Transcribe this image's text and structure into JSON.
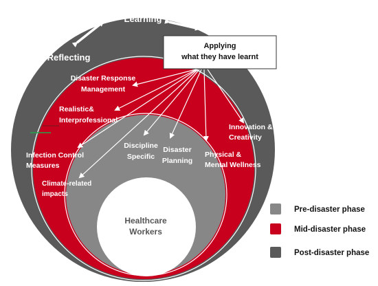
{
  "colors": {
    "post": "#5a5a5a",
    "mid": "#c8001e",
    "pre": "#878787",
    "white": "#ffffff",
    "applying_box_border": "#333333"
  },
  "outer_cycle": {
    "learning": "Learning",
    "reflecting": "Reflecting",
    "applying_line1": "Applying",
    "applying_line2": "what they have learnt"
  },
  "mid_items": {
    "disaster_response_line1": "Disaster Response",
    "disaster_response_line2": "Management",
    "realistic_line1": "Realistic&",
    "realistic_line2": "Interprofessional",
    "infection_line1": "Infection Control",
    "infection_line2": "Measures",
    "climate_line1": "Climate-related",
    "climate_line2": "impacts",
    "innovation_line1": "Innovation &",
    "innovation_line2": "Creativity",
    "physical_line1": "Physical &",
    "physical_line2": "Mental Wellness"
  },
  "pre_items": {
    "discipline_line1": "Discipline",
    "discipline_line2": "Specific",
    "planning_line1": "Disaster",
    "planning_line2": "Planning"
  },
  "center": {
    "line1": "Healthcare",
    "line2": "Workers"
  },
  "legend": [
    {
      "label": "Pre-disaster phase",
      "color": "#878787"
    },
    {
      "label": "Mid-disaster phase",
      "color": "#c8001e"
    },
    {
      "label": "Post-disaster phase",
      "color": "#5a5a5a"
    }
  ],
  "arrows": {
    "targets": [
      "disaster-response-management",
      "realistic-interprofessional",
      "infection-control-measures",
      "climate-related-impacts",
      "discipline-specific",
      "disaster-planning",
      "physical-mental-wellness",
      "innovation-creativity"
    ]
  }
}
